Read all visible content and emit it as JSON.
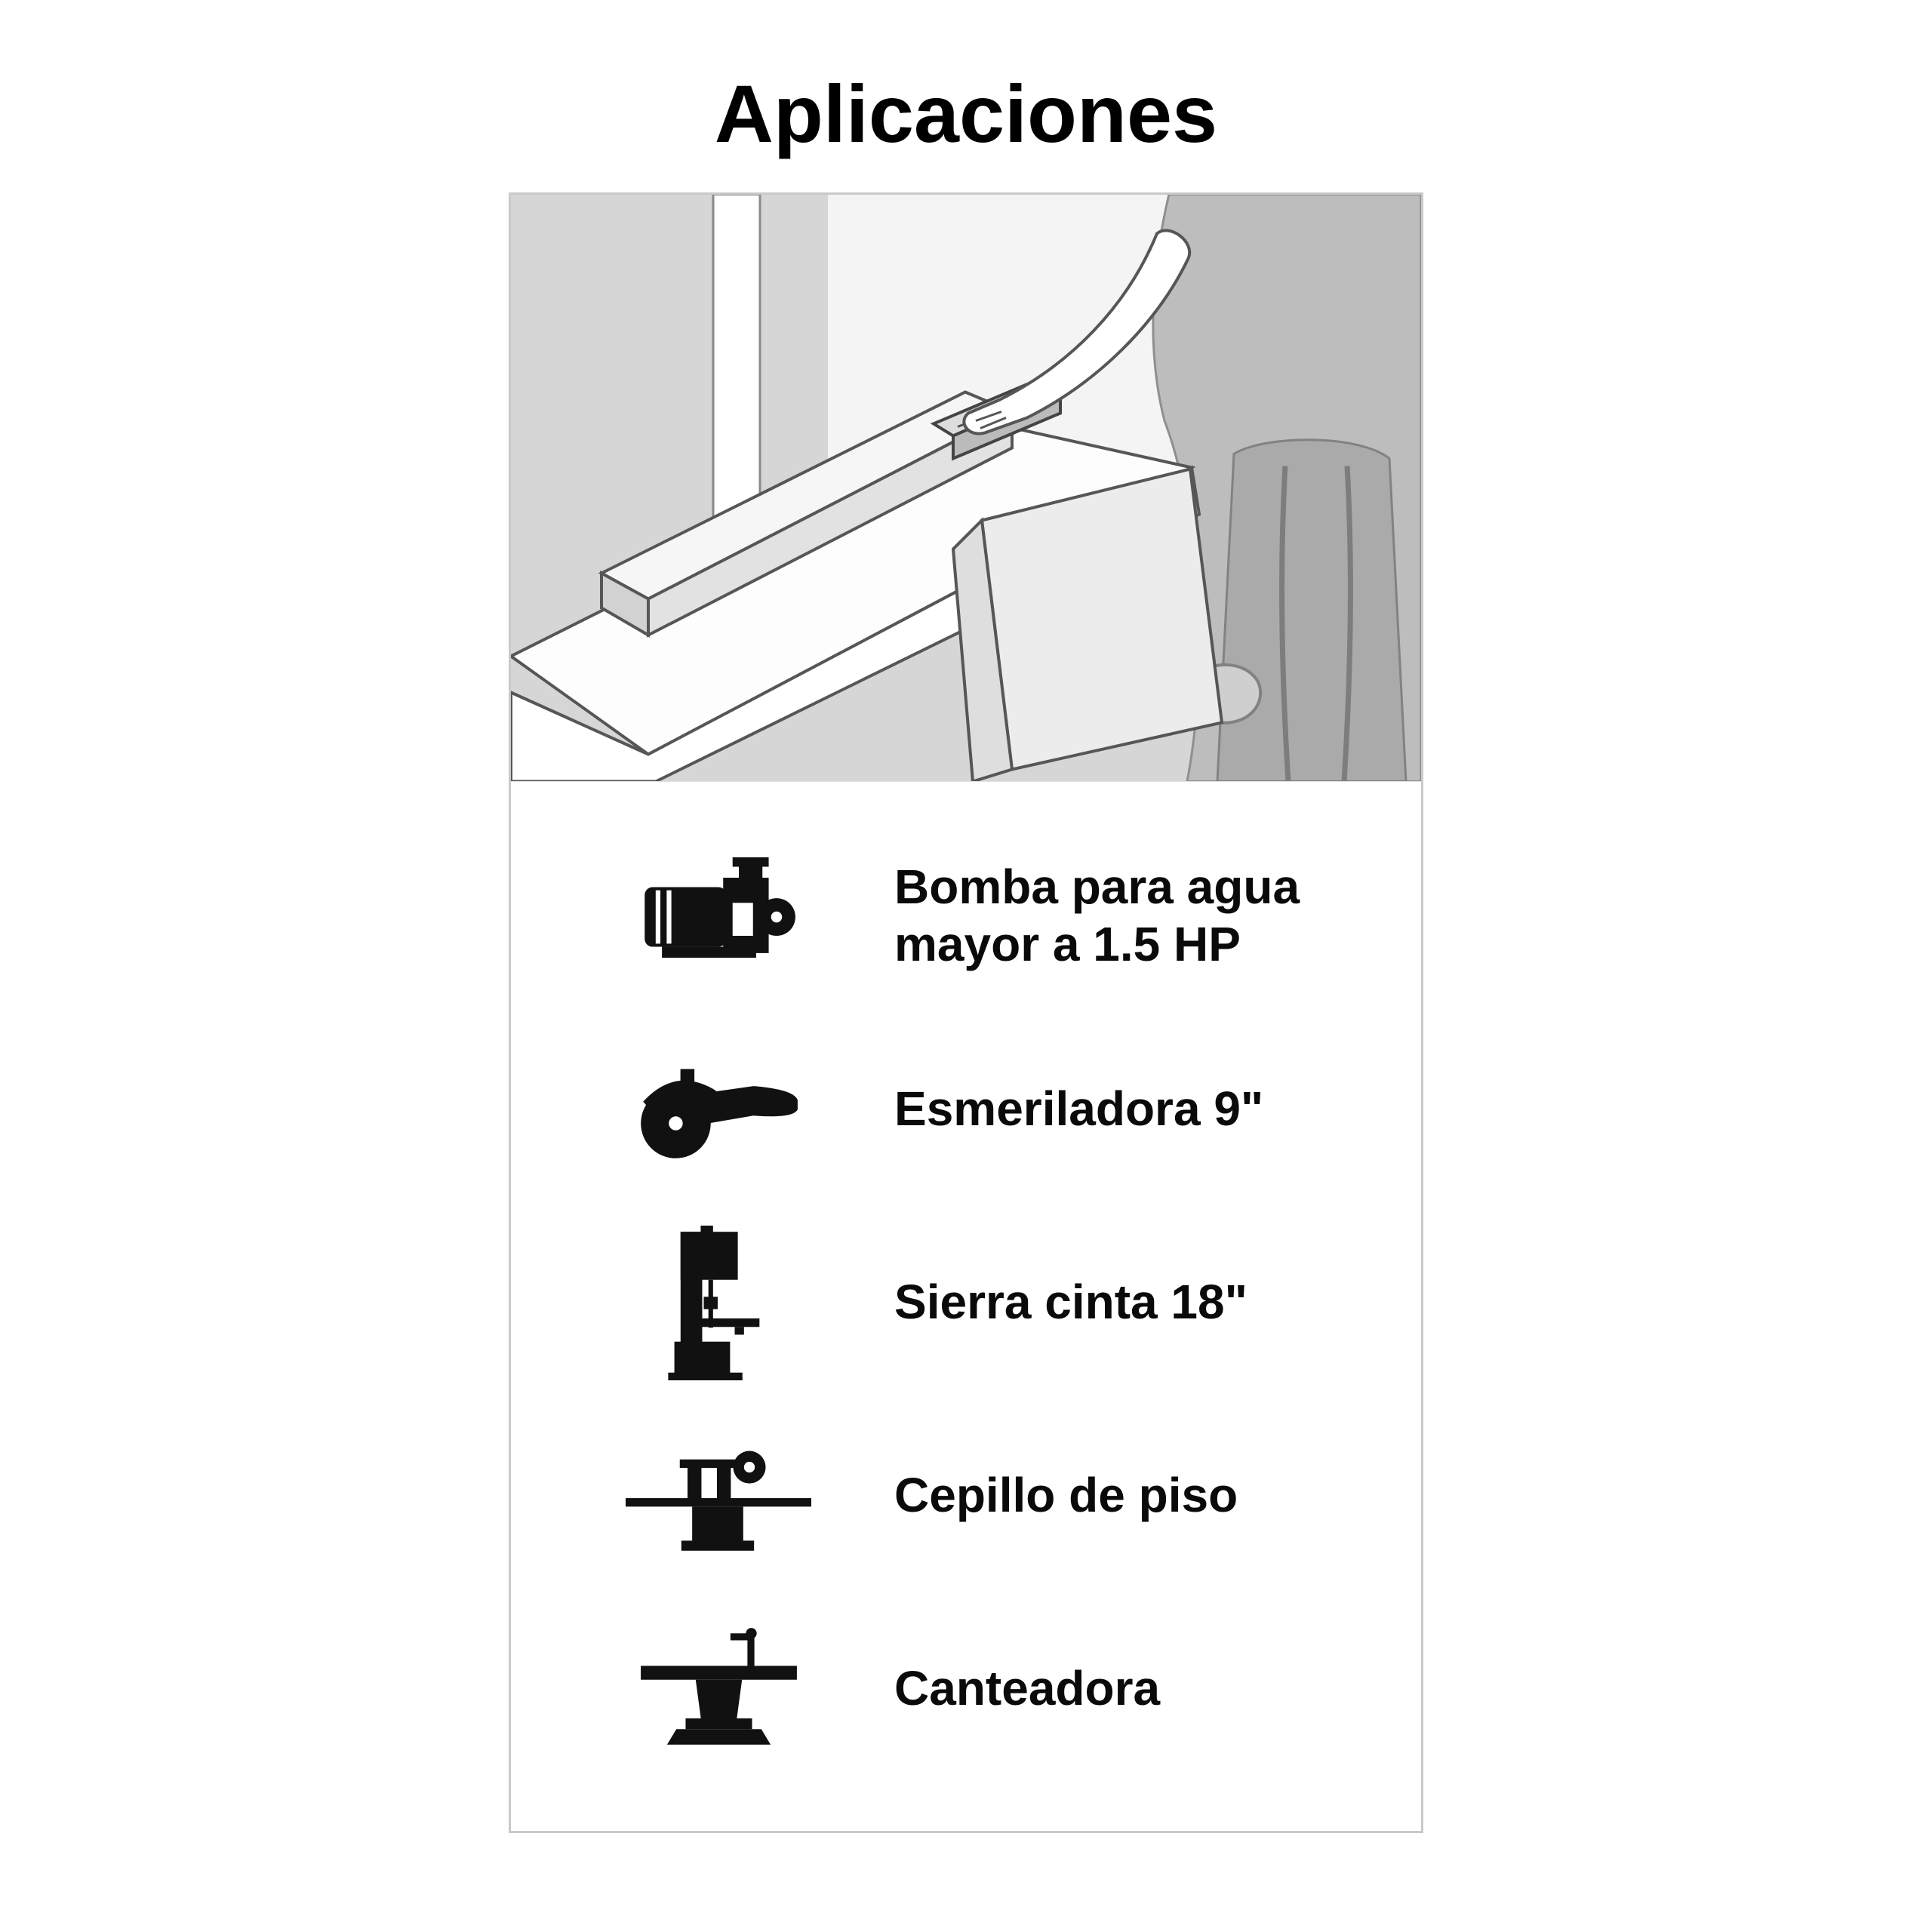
{
  "title": "Aplicaciones",
  "illustration": {
    "name": "jointer-in-use-illustration"
  },
  "applications": [
    {
      "icon": "water-pump-icon",
      "label": "Bomba para agua mayor a 1.5 HP"
    },
    {
      "icon": "angle-grinder-icon",
      "label": "Esmeriladora 9\""
    },
    {
      "icon": "band-saw-icon",
      "label": "Sierra cinta 18\""
    },
    {
      "icon": "floor-planer-icon",
      "label": "Cepillo de piso"
    },
    {
      "icon": "jointer-icon",
      "label": "Canteadora"
    }
  ],
  "colors": {
    "icon_black": "#111111",
    "panel_border": "#c9c9c9",
    "illustration_gray": "#d6d6d6"
  }
}
